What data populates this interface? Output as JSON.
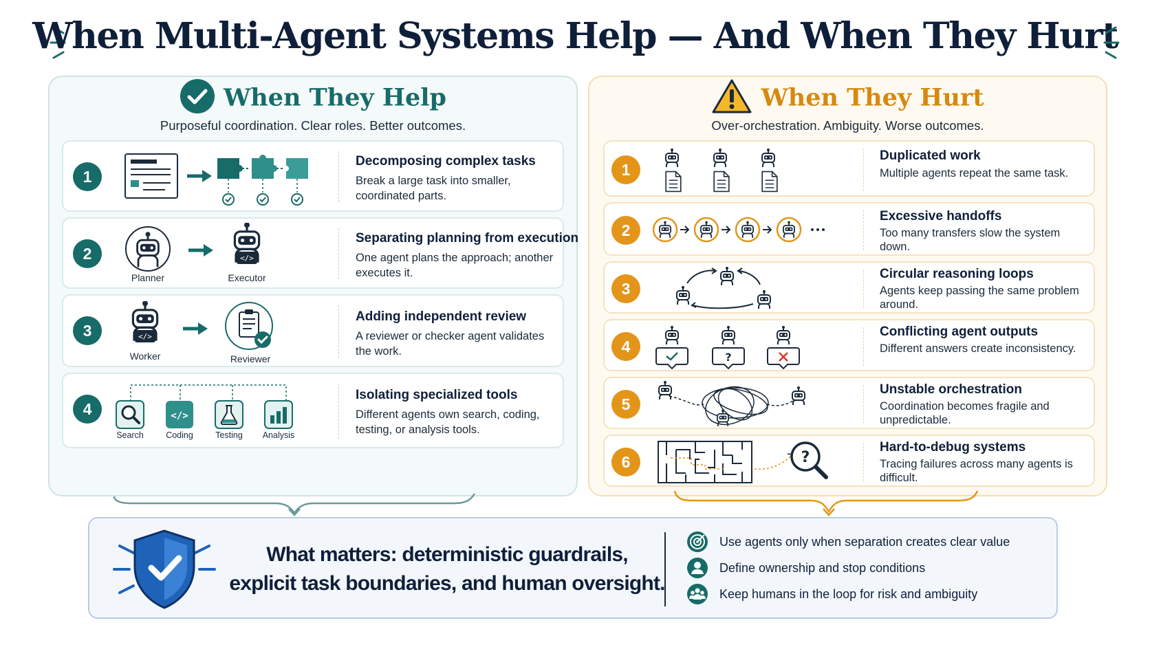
{
  "title": "When Multi-Agent Systems Help — And When They Hurt",
  "colors": {
    "help": "#176b68",
    "hurt": "#e3951a",
    "navy": "#0f1f3a"
  },
  "help": {
    "heading": "When They Help",
    "subtitle": "Purposeful coordination. Clear roles. Better outcomes.",
    "items": [
      {
        "num": "1",
        "title": "Decomposing complex tasks",
        "desc": "Break a large task into smaller, coordinated parts."
      },
      {
        "num": "2",
        "title": "Separating planning from execution",
        "desc": "One agent plans the approach; another executes it.",
        "labels": [
          "Planner",
          "Executor"
        ]
      },
      {
        "num": "3",
        "title": "Adding independent review",
        "desc": "A reviewer or checker agent validates the work.",
        "labels": [
          "Worker",
          "Reviewer"
        ]
      },
      {
        "num": "4",
        "title": "Isolating specialized tools",
        "desc": "Different agents own search, coding, testing, or analysis tools.",
        "labels": [
          "Search",
          "Coding",
          "Testing",
          "Analysis"
        ]
      }
    ]
  },
  "hurt": {
    "heading": "When They Hurt",
    "subtitle": "Over-orchestration. Ambiguity. Worse outcomes.",
    "items": [
      {
        "num": "1",
        "title": "Duplicated work",
        "desc": "Multiple agents repeat the same task."
      },
      {
        "num": "2",
        "title": "Excessive handoffs",
        "desc": "Too many transfers slow the system down."
      },
      {
        "num": "3",
        "title": "Circular reasoning loops",
        "desc": "Agents keep passing the same problem around."
      },
      {
        "num": "4",
        "title": "Conflicting agent outputs",
        "desc": "Different answers create inconsistency."
      },
      {
        "num": "5",
        "title": "Unstable orchestration",
        "desc": "Coordination becomes fragile and unpredictable."
      },
      {
        "num": "6",
        "title": "Hard-to-debug systems",
        "desc": "Tracing failures across many agents is difficult."
      }
    ]
  },
  "bottom": {
    "line1": "What matters: deterministic guardrails,",
    "line2": "explicit task boundaries, and human oversight.",
    "items": [
      {
        "icon": "target-icon",
        "text": "Use agents only when separation creates clear value"
      },
      {
        "icon": "person-icon",
        "text": "Define ownership and stop conditions"
      },
      {
        "icon": "people-icon",
        "text": "Keep humans in the loop for risk and ambiguity"
      }
    ]
  }
}
